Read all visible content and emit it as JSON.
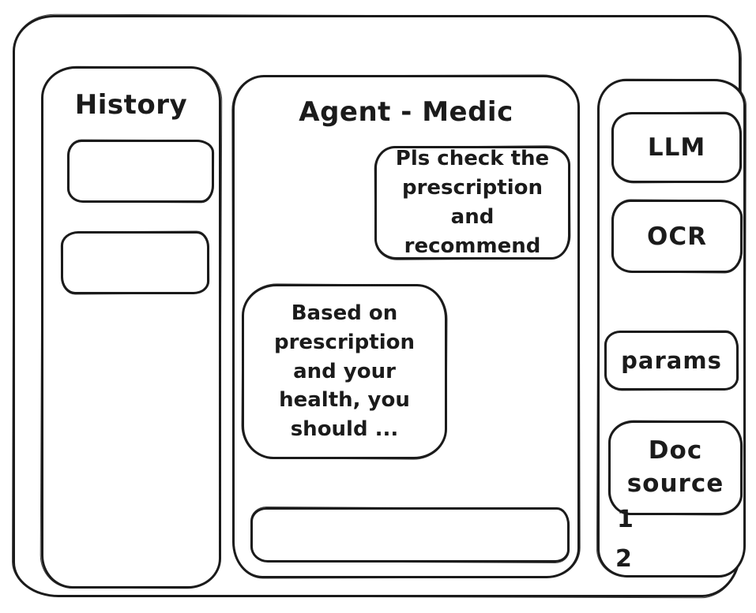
{
  "colors": {
    "ink": "#1b1b1b",
    "background": "#ffffff"
  },
  "history_panel": {
    "title": "History",
    "items": [
      {
        "label": ""
      },
      {
        "label": ""
      }
    ]
  },
  "chat_panel": {
    "title": "Agent - Medic",
    "messages": [
      {
        "role": "user",
        "text": "Pls check the prescription and recommend"
      },
      {
        "role": "assistant",
        "text": "Based on prescription and your health, you should ..."
      }
    ],
    "input": {
      "value": "",
      "placeholder": ""
    }
  },
  "tools_panel": {
    "buttons": [
      {
        "label": "LLM"
      },
      {
        "label": "OCR"
      },
      {
        "label": "params"
      },
      {
        "label": "Doc source"
      }
    ],
    "doc_source_items": [
      {
        "label": "1"
      },
      {
        "label": "2"
      }
    ]
  }
}
